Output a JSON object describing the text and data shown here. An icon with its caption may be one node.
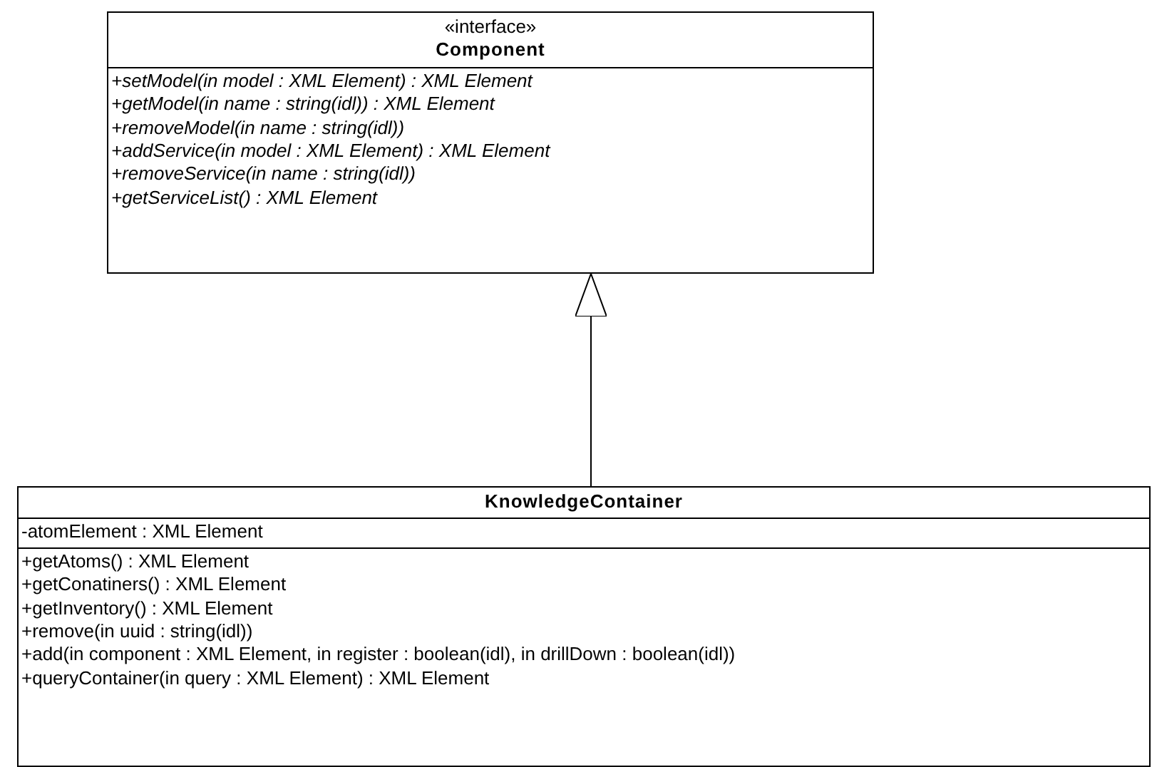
{
  "diagram": {
    "nodes": [
      {
        "text": [
          "«interface»",
          "Component",
          "+setModel(in model : XML Element) : XML Element",
          "+getModel(in name : string(idl)) : XML Element",
          "+removeModel(in name : string(idl))",
          "+addService(in model : XML Element) : XML Element",
          "+removeService(in name : string(idl))",
          "+getServiceList() : XML Element"
        ]
      },
      {
        "text": [
          "KnowledgeContainer",
          "-atomElement : XML Element",
          "+getAtoms() : XML Element",
          "+getConatiners() : XML Element",
          "+getInventory() : XML Element",
          "+remove(in uuid : string(idl))",
          "+add(in component : XML Element, in register : boolean(idl), in drillDown : boolean(idl))",
          "+queryContainer(in query : XML Element) : XML Element"
        ]
      }
    ],
    "edges": [
      {
        "from": 1,
        "to": 0,
        "arrow": "to"
      }
    ]
  }
}
